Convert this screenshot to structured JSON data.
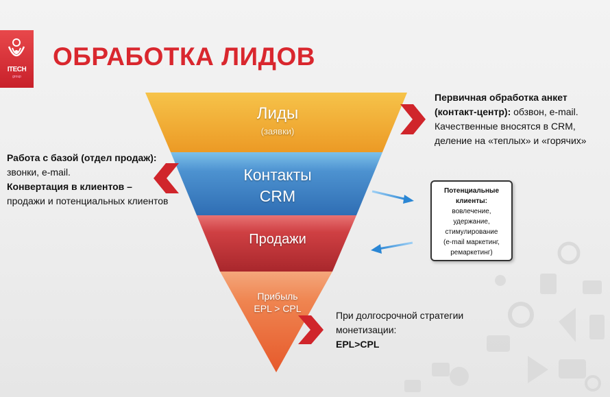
{
  "logo": {
    "text": "ITECH",
    "sub": "group"
  },
  "title": "ОБРАБОТКА ЛИДОВ",
  "funnel": {
    "levels": [
      {
        "label": "Лиды",
        "sub": "(заявки)"
      },
      {
        "label_line1": "Контакты",
        "label_line2": "CRM"
      },
      {
        "label": "Продажи"
      },
      {
        "label_line1": "Прибыль",
        "label_line2": "EPL > CPL"
      }
    ]
  },
  "left_note": {
    "heading1": "Работа с базой (отдел продаж):",
    "line1": "звонки, e-mail.",
    "heading2": "Конвертация в клиентов –",
    "line2": "продажи и потенциальных клиентов"
  },
  "right_note": {
    "heading_line1": "Первичная обработка анкет",
    "heading_line2": "(контакт-центр):",
    "line2_rest": " обзвон, e-mail.",
    "line3": "Качественные вносятся в CRM,",
    "line4": "деление на «теплых» и «горячих»"
  },
  "potential_box": {
    "heading_line1": "Потенциальные",
    "heading_line2": "клиенты:",
    "items": [
      "вовлечение,",
      "удержание,",
      "стимулирование",
      "(e-mail маркетинг,",
      "ремаркетинг)"
    ]
  },
  "bottom_note": {
    "line1": "При долгосрочной стратегии",
    "line2": "монетизации:",
    "line3": "EPL>CPL"
  },
  "colors": {
    "title": "#d9272e",
    "leads": "#f0a62c",
    "contacts": "#3d7fc3",
    "sales": "#c7383c",
    "profit": "#ef7a44",
    "chevron": "#d0252b",
    "arrow": "#2f8ed6"
  }
}
